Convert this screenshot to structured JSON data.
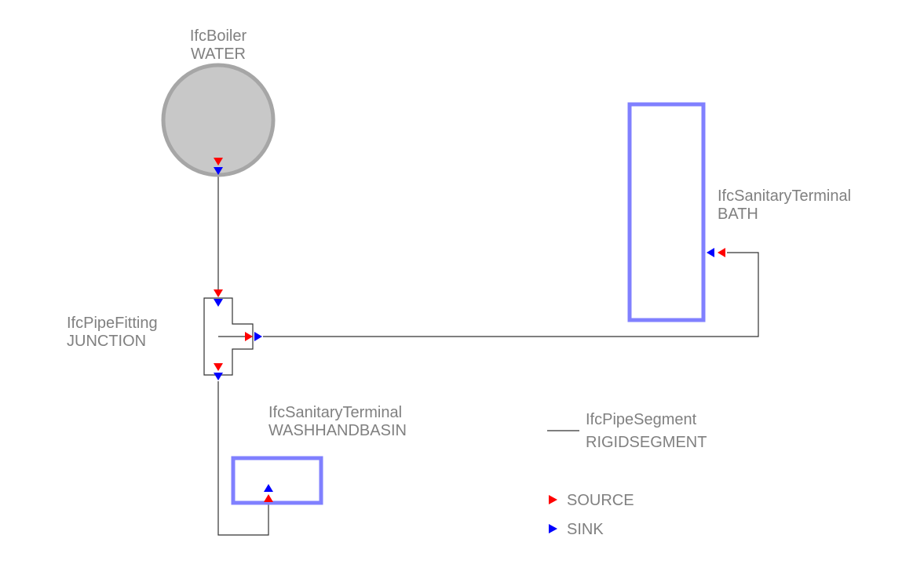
{
  "colors": {
    "source": "#ff0000",
    "sink": "#0000ff",
    "boiler_fill": "#c8c8c8",
    "boiler_stroke": "#a6a6a6",
    "terminal_stroke": "#8080ff",
    "label": "#808080",
    "pipe": "#333333"
  },
  "nodes": {
    "boiler": {
      "type": "IfcBoiler",
      "subtype": "WATER"
    },
    "fitting": {
      "type": "IfcPipeFitting",
      "subtype": "JUNCTION"
    },
    "bath": {
      "type": "IfcSanitaryTerminal",
      "subtype": "BATH"
    },
    "basin": {
      "type": "IfcSanitaryTerminal",
      "subtype": "WASHHANDBASIN"
    }
  },
  "legend": {
    "segment": {
      "type": "IfcPipeSegment",
      "subtype": "RIGIDSEGMENT"
    },
    "source_label": "SOURCE",
    "sink_label": "SINK"
  }
}
